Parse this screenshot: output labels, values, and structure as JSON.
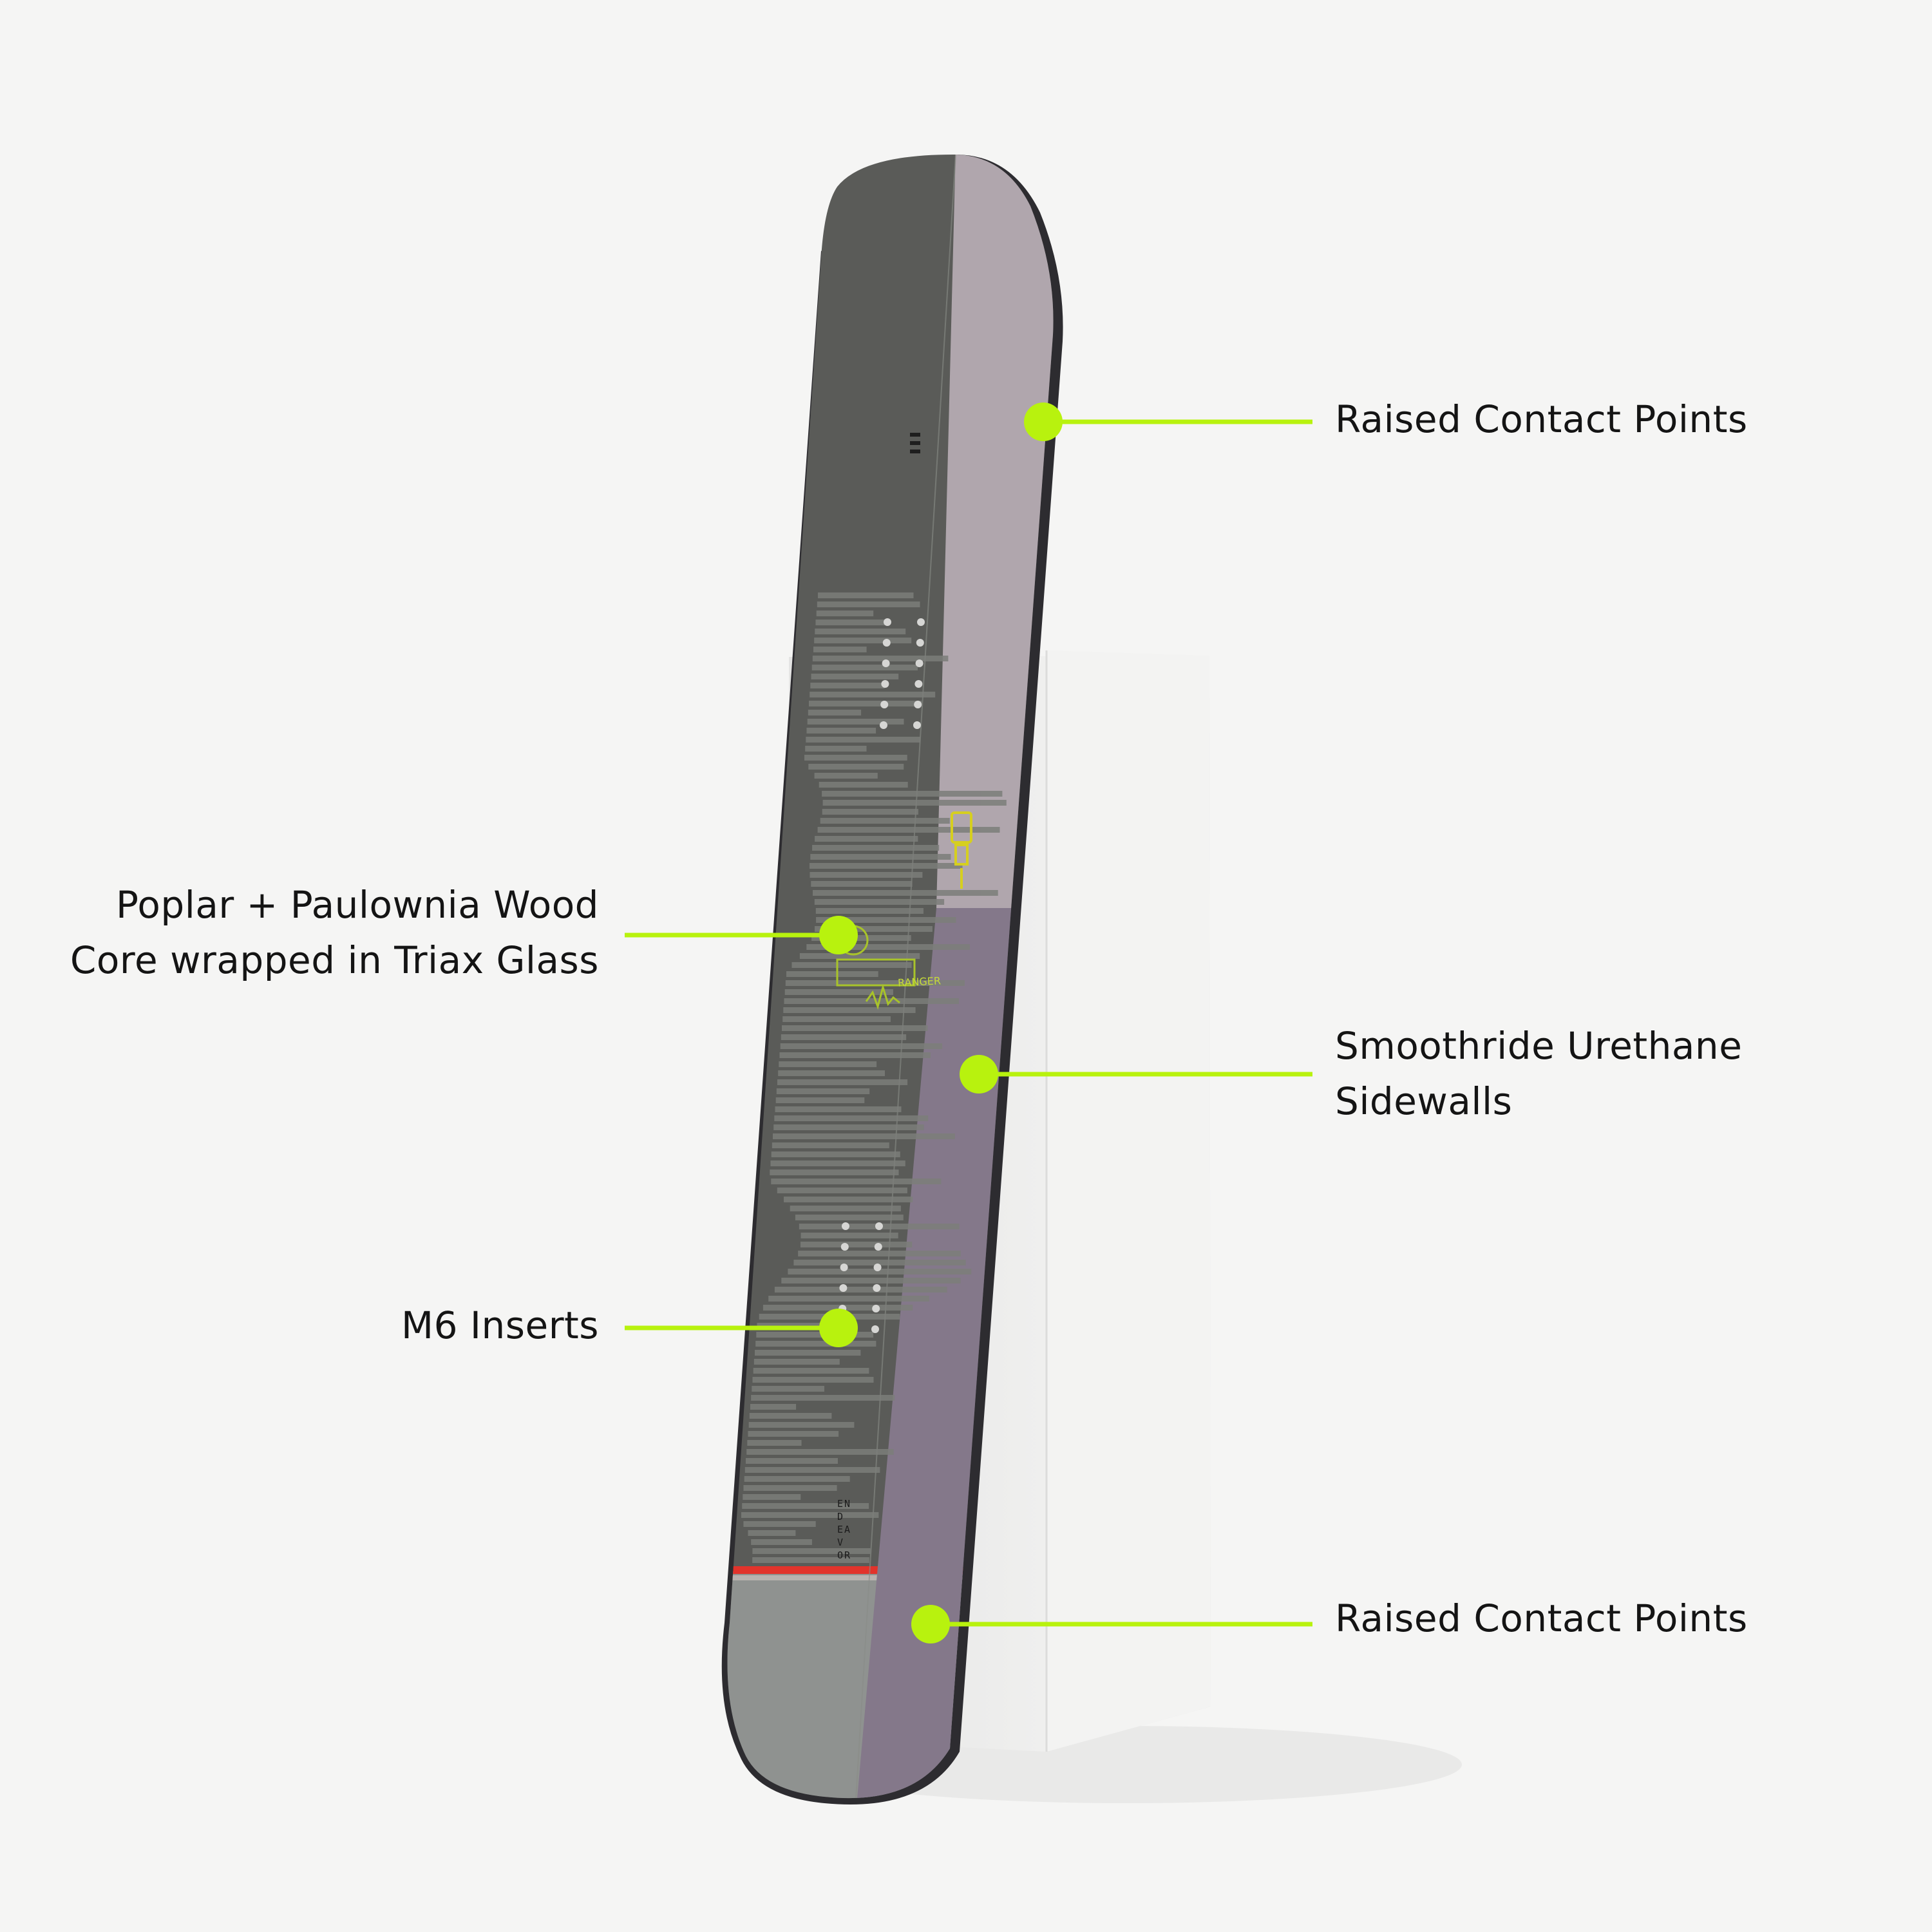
{
  "colors": {
    "background": "#f5f5f4",
    "accent": "#b8f20e",
    "text": "#141414",
    "board_top": "#5a5b58",
    "board_tail": "#8f9290",
    "sidewall_upper": "#b0a6ad",
    "sidewall_lower": "#84788a",
    "pedestal": "#e9e9e8"
  },
  "board": {
    "logo_text": "END EAV OR",
    "model_text": "RANGER"
  },
  "callouts": [
    {
      "id": "raised-contact-top",
      "lines": [
        "Raised Contact Points"
      ],
      "side": "right"
    },
    {
      "id": "wood-core",
      "lines": [
        "Poplar + Paulownia Wood",
        "Core wrapped in Triax Glass"
      ],
      "side": "left"
    },
    {
      "id": "sidewalls",
      "lines": [
        "Smoothride Urethane",
        "Sidewalls"
      ],
      "side": "right"
    },
    {
      "id": "inserts",
      "lines": [
        "M6 Inserts"
      ],
      "side": "left"
    },
    {
      "id": "raised-contact-bottom",
      "lines": [
        "Raised Contact Points"
      ],
      "side": "right"
    }
  ]
}
